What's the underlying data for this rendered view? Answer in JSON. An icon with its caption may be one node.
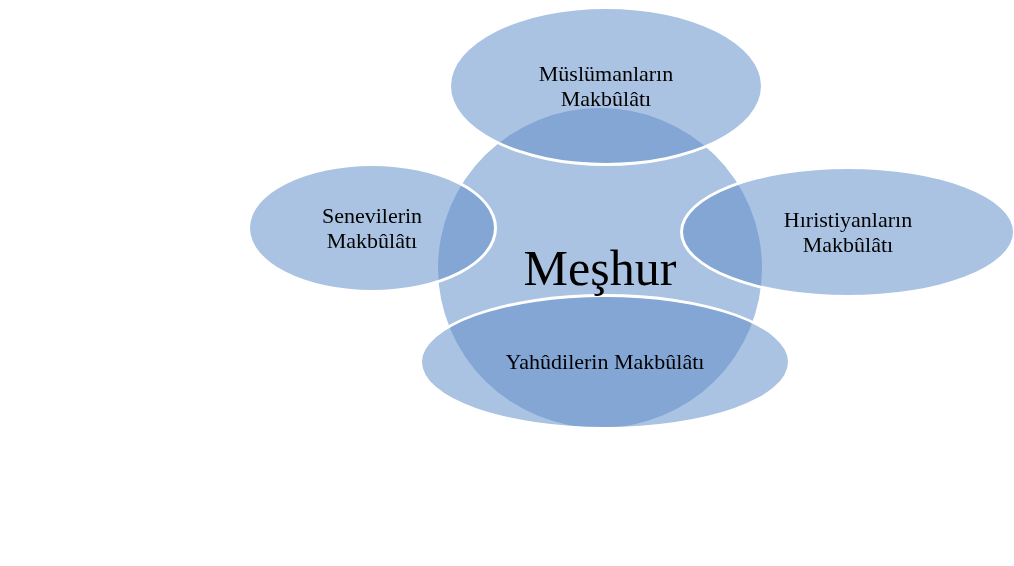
{
  "diagram": {
    "nodes": [
      {
        "text": [
          "Müslümanların Makbûlâtı"
        ]
      },
      {
        "text": [
          "Senevilerin Makbûlâtı"
        ]
      },
      {
        "text": [
          "Meşhur"
        ]
      },
      {
        "text": [
          "Hıristiyanların Makbûlâtı"
        ]
      },
      {
        "text": [
          "Yahûdilerin Makbûlâtı"
        ]
      }
    ]
  }
}
